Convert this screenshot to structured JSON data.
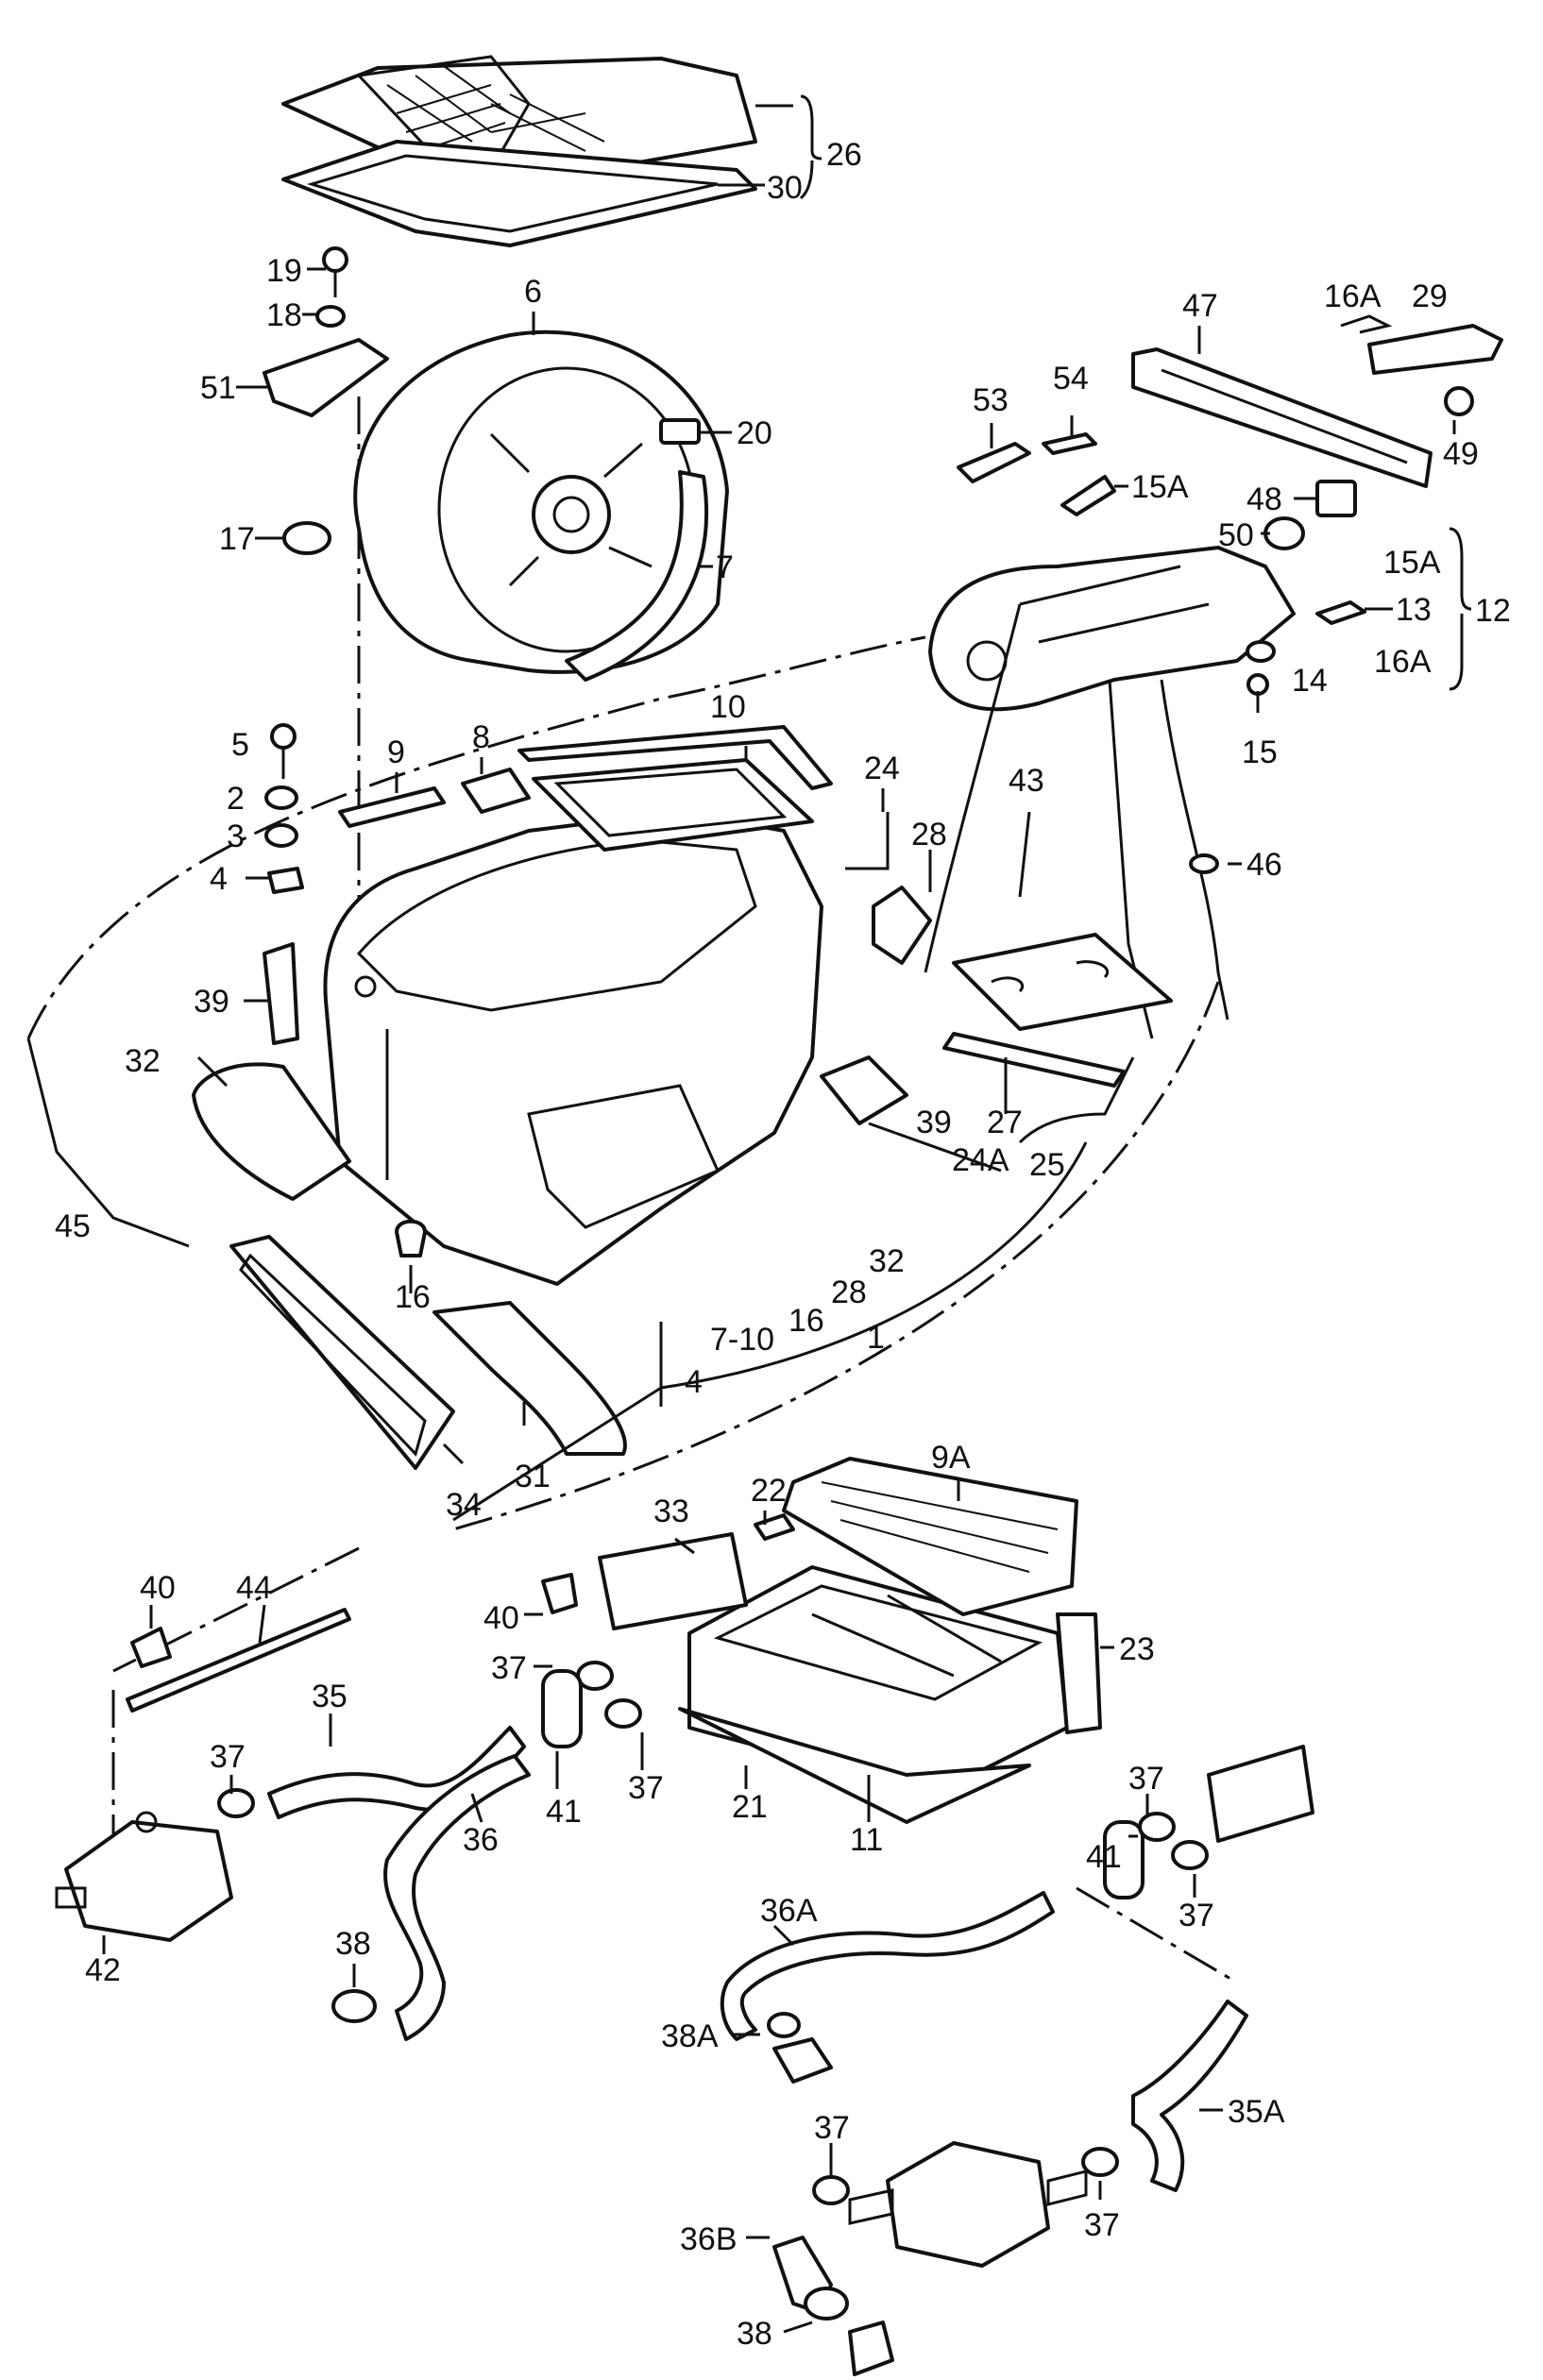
{
  "diagram": {
    "callouts": [
      "26",
      "30",
      "19",
      "18",
      "6",
      "51",
      "20",
      "17",
      "7",
      "47",
      "16A",
      "29",
      "53",
      "54",
      "15A",
      "49",
      "48",
      "50",
      "15A",
      "12",
      "13",
      "16A",
      "14",
      "15",
      "10",
      "5",
      "9",
      "8",
      "2",
      "3",
      "24",
      "28",
      "43",
      "46",
      "4",
      "39",
      "32",
      "27",
      "25",
      "24A",
      "39",
      "45",
      "32",
      "28",
      "16",
      "7-10",
      "16",
      "1",
      "4",
      "31",
      "34",
      "9A",
      "33",
      "22",
      "40",
      "44",
      "40",
      "23",
      "37",
      "35",
      "37",
      "37",
      "41",
      "21",
      "11",
      "36",
      "37",
      "41",
      "42",
      "38",
      "36A",
      "37",
      "38A",
      "35A",
      "37",
      "36B",
      "37",
      "38"
    ]
  }
}
